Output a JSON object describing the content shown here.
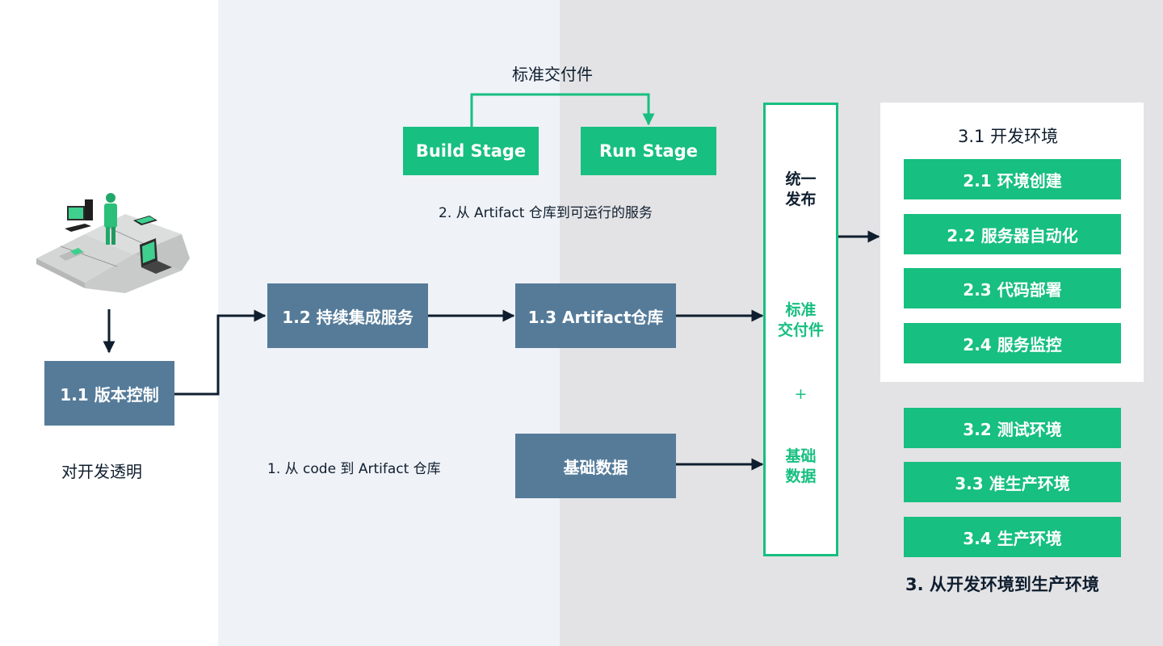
{
  "colors": {
    "blue_box": "#557b99",
    "green_box": "#17bf80",
    "arrow": "#0f1e2e",
    "text_dark": "#0f1e2e",
    "bg_mid": "#eff2f7",
    "bg_right": "#e3e3e5"
  },
  "illustration": {
    "icon": "puzzle-network-icon",
    "description": "person on puzzle pieces with computers"
  },
  "stage1": {
    "version_control": "1.1 版本控制",
    "ci_service": "1.2 持续集成服务",
    "artifact_repo": "1.3 Artifact仓库",
    "base_data": "基础数据",
    "transparent_label": "对开发透明",
    "caption": "1. 从 code 到 Artifact 仓库"
  },
  "stage2": {
    "standard_deliverable": "标准交付件",
    "build_stage": "Build Stage",
    "run_stage": "Run Stage",
    "caption": "2. 从 Artifact 仓库到可运行的服务"
  },
  "release": {
    "title_line1": "统一",
    "title_line2": "发布",
    "deliverable_line1": "标准",
    "deliverable_line2": "交付件",
    "plus": "+",
    "data_line1": "基础",
    "data_line2": "数据"
  },
  "stage3": {
    "dev_env_title": "3.1 开发环境",
    "dev_items": [
      "2.1 环境创建",
      "2.2 服务器自动化",
      "2.3 代码部署",
      "2.4 服务监控"
    ],
    "env_items": [
      "3.2 测试环境",
      "3.3 准生产环境",
      "3.4 生产环境"
    ],
    "caption": "3. 从开发环境到生产环境"
  }
}
